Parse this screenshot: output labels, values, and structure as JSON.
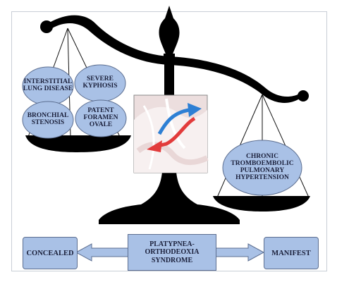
{
  "left_pan": {
    "items": [
      {
        "id": "ild",
        "label": "INTERSTITIAL\nLUNG DISEASE"
      },
      {
        "id": "kyphosis",
        "label": "SEVERE\nKYPHOSIS"
      },
      {
        "id": "bronchial",
        "label": "BRONCHIAL\nSTENOSIS"
      },
      {
        "id": "pfo",
        "label": "PATENT\nFORAMEN\nOVALE"
      }
    ]
  },
  "right_pan": {
    "label": "CHRONIC\nTROMBOEMBOLIC\nPULMONARY\nHYPERTENSION"
  },
  "bottom": {
    "left_label": "CONCEALED",
    "center_label": "PLATYPNEA-\nORTHODEOXIA\nSYNDROME",
    "right_label": "MANIFEST"
  },
  "colors": {
    "ellipse_fill": "#a9c1e6",
    "ellipse_stroke": "#5c6e90",
    "scale": "#000000",
    "arrow_red": "#e23b3b",
    "arrow_blue": "#2d7fd4"
  }
}
